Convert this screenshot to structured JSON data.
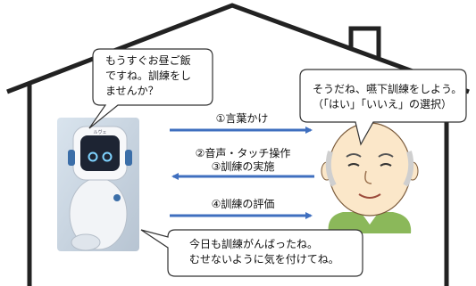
{
  "robot_speech": {
    "lines": [
      "もうすぐお昼ご飯",
      "ですね。訓練をし",
      "ませんか？"
    ]
  },
  "elder_speech": {
    "lines": [
      "そうだね、嚥下訓練をしよう。",
      "（「はい」「いいえ」の選択）"
    ]
  },
  "robot_closing_speech": {
    "lines": [
      "今日も訓練がんばったね。",
      "むせないように気を付けてね。"
    ]
  },
  "arrows": {
    "step1": "①言葉かけ",
    "step2": "②音声・タッチ操作",
    "step3": "③訓練の実施",
    "step4": "④訓練の評価"
  },
  "robot_screen_label": "ルヴェ",
  "colors": {
    "arrow": "#3f6fbf",
    "house_outline": "#222222",
    "robot_body": "#f2f4f7",
    "robot_screen": "#1d2433",
    "elder_skin": "#fbe7c9",
    "elder_shirt": "#8bb85a"
  }
}
